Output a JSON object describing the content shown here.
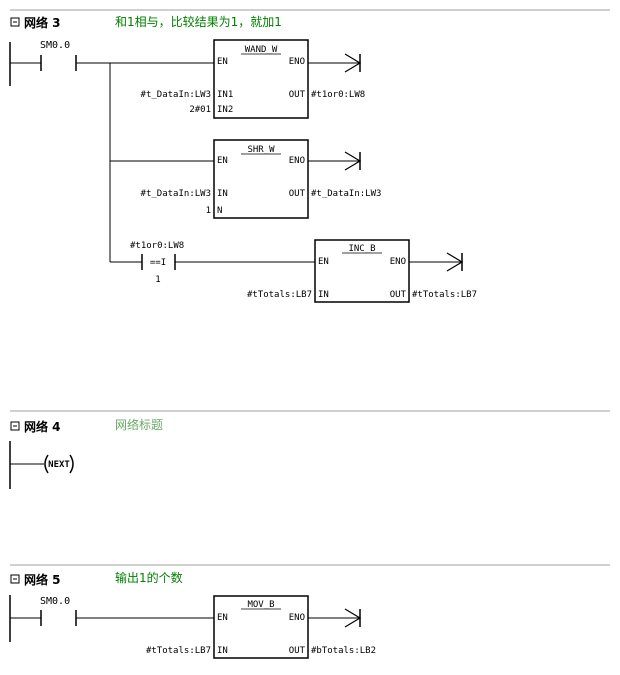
{
  "networks": [
    {
      "title": "网络 3",
      "comment": "和1相与，比较结果为1，就加1",
      "contact": "SM0.0",
      "blocks": [
        {
          "name": "WAND_W",
          "en": "EN",
          "eno": "ENO",
          "in1_label": "IN1",
          "in2_label": "IN2",
          "out_label": "OUT",
          "in1": "#t_DataIn:LW3",
          "in2": "2#01",
          "out": "#t1or0:LW8"
        },
        {
          "name": "SHR_W",
          "en": "EN",
          "eno": "ENO",
          "in_label": "IN",
          "n_label": "N",
          "out_label": "OUT",
          "in": "#t_DataIn:LW3",
          "n": "1",
          "out": "#t_DataIn:LW3"
        },
        {
          "name": "INC_B",
          "en": "EN",
          "eno": "ENO",
          "in_label": "IN",
          "out_label": "OUT",
          "in": "#tTotals:LB7",
          "out": "#tTotals:LB7"
        }
      ],
      "compare": {
        "operand1": "#t1or0:LW8",
        "op": "==I",
        "operand2": "1"
      }
    },
    {
      "title": "网络 4",
      "comment": "网络标题",
      "coil": "NEXT"
    },
    {
      "title": "网络 5",
      "comment": "输出1的个数",
      "contact": "SM0.0",
      "blocks": [
        {
          "name": "MOV_B",
          "en": "EN",
          "eno": "ENO",
          "in_label": "IN",
          "out_label": "OUT",
          "in": "#tTotals:LB7",
          "out": "#bTotals:LB2"
        }
      ]
    }
  ],
  "colors": {
    "line": "#000000",
    "comment_green": "#008000",
    "comment_gray_green": "#6aa86a",
    "separator": "#a0a0a0"
  }
}
